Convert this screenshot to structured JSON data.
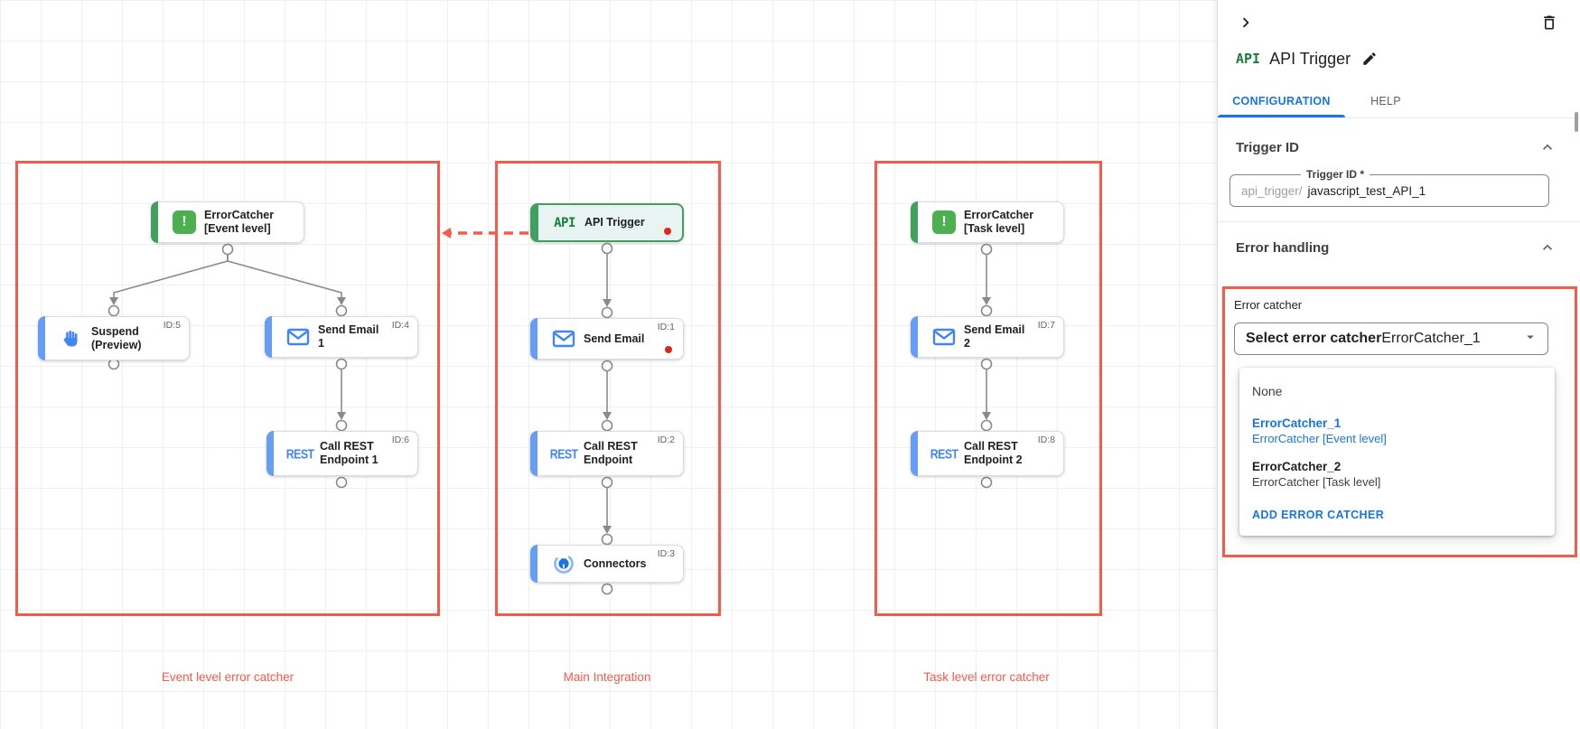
{
  "canvas": {
    "groups": [
      {
        "label": "Event level error catcher"
      },
      {
        "label": "Main Integration"
      },
      {
        "label": "Task level error catcher"
      }
    ],
    "nodes": [
      {
        "label": "ErrorCatcher [Event level]",
        "type": "error-catcher"
      },
      {
        "label": "Suspend (Preview)",
        "id_badge": "ID:5",
        "type": "suspend"
      },
      {
        "label": "Send Email 1",
        "id_badge": "ID:4",
        "type": "email"
      },
      {
        "label": "Call REST Endpoint 1",
        "id_badge": "ID:6",
        "type": "rest"
      },
      {
        "label": "API Trigger",
        "type": "api-trigger",
        "has_alert_dot": true
      },
      {
        "label": "Send Email",
        "id_badge": "ID:1",
        "type": "email",
        "has_alert_dot": true
      },
      {
        "label": "Call REST Endpoint",
        "id_badge": "ID:2",
        "type": "rest"
      },
      {
        "label": "Connectors",
        "id_badge": "ID:3",
        "type": "connector"
      },
      {
        "label": "ErrorCatcher [Task level]",
        "type": "error-catcher"
      },
      {
        "label": "Send Email 2",
        "id_badge": "ID:7",
        "type": "email"
      },
      {
        "label": "Call REST Endpoint 2",
        "id_badge": "ID:8",
        "type": "rest"
      }
    ]
  },
  "panel": {
    "logo": "API",
    "title": "API Trigger",
    "tabs": [
      {
        "label": "CONFIGURATION",
        "active": true
      },
      {
        "label": "HELP",
        "active": false
      }
    ],
    "trigger_id": {
      "heading": "Trigger ID",
      "field_label": "Trigger ID *",
      "prefix": "api_trigger/",
      "value": "javascript_test_API_1"
    },
    "error_handling": {
      "heading": "Error handling",
      "group_label": "Error catcher",
      "select_label": "Select error catcher",
      "select_value": "ErrorCatcher_1",
      "menu": {
        "none_label": "None",
        "options": [
          {
            "name": "ErrorCatcher_1",
            "desc": "ErrorCatcher [Event level]",
            "highlighted": true
          },
          {
            "name": "ErrorCatcher_2",
            "desc": "ErrorCatcher [Task level]",
            "highlighted": false
          }
        ],
        "add_label": "ADD ERROR CATCHER"
      }
    }
  },
  "colors": {
    "annotation_red": "#f55b49",
    "alert_dot_red": "#e2261b",
    "link_blue": "#1a73e8",
    "task_icon_blue": "#4285f4",
    "task_stripe_blue": "#669df6",
    "catcher_green": "#4caf50",
    "trigger_green": "#3fa05f",
    "api_logo_green": "#188038"
  }
}
